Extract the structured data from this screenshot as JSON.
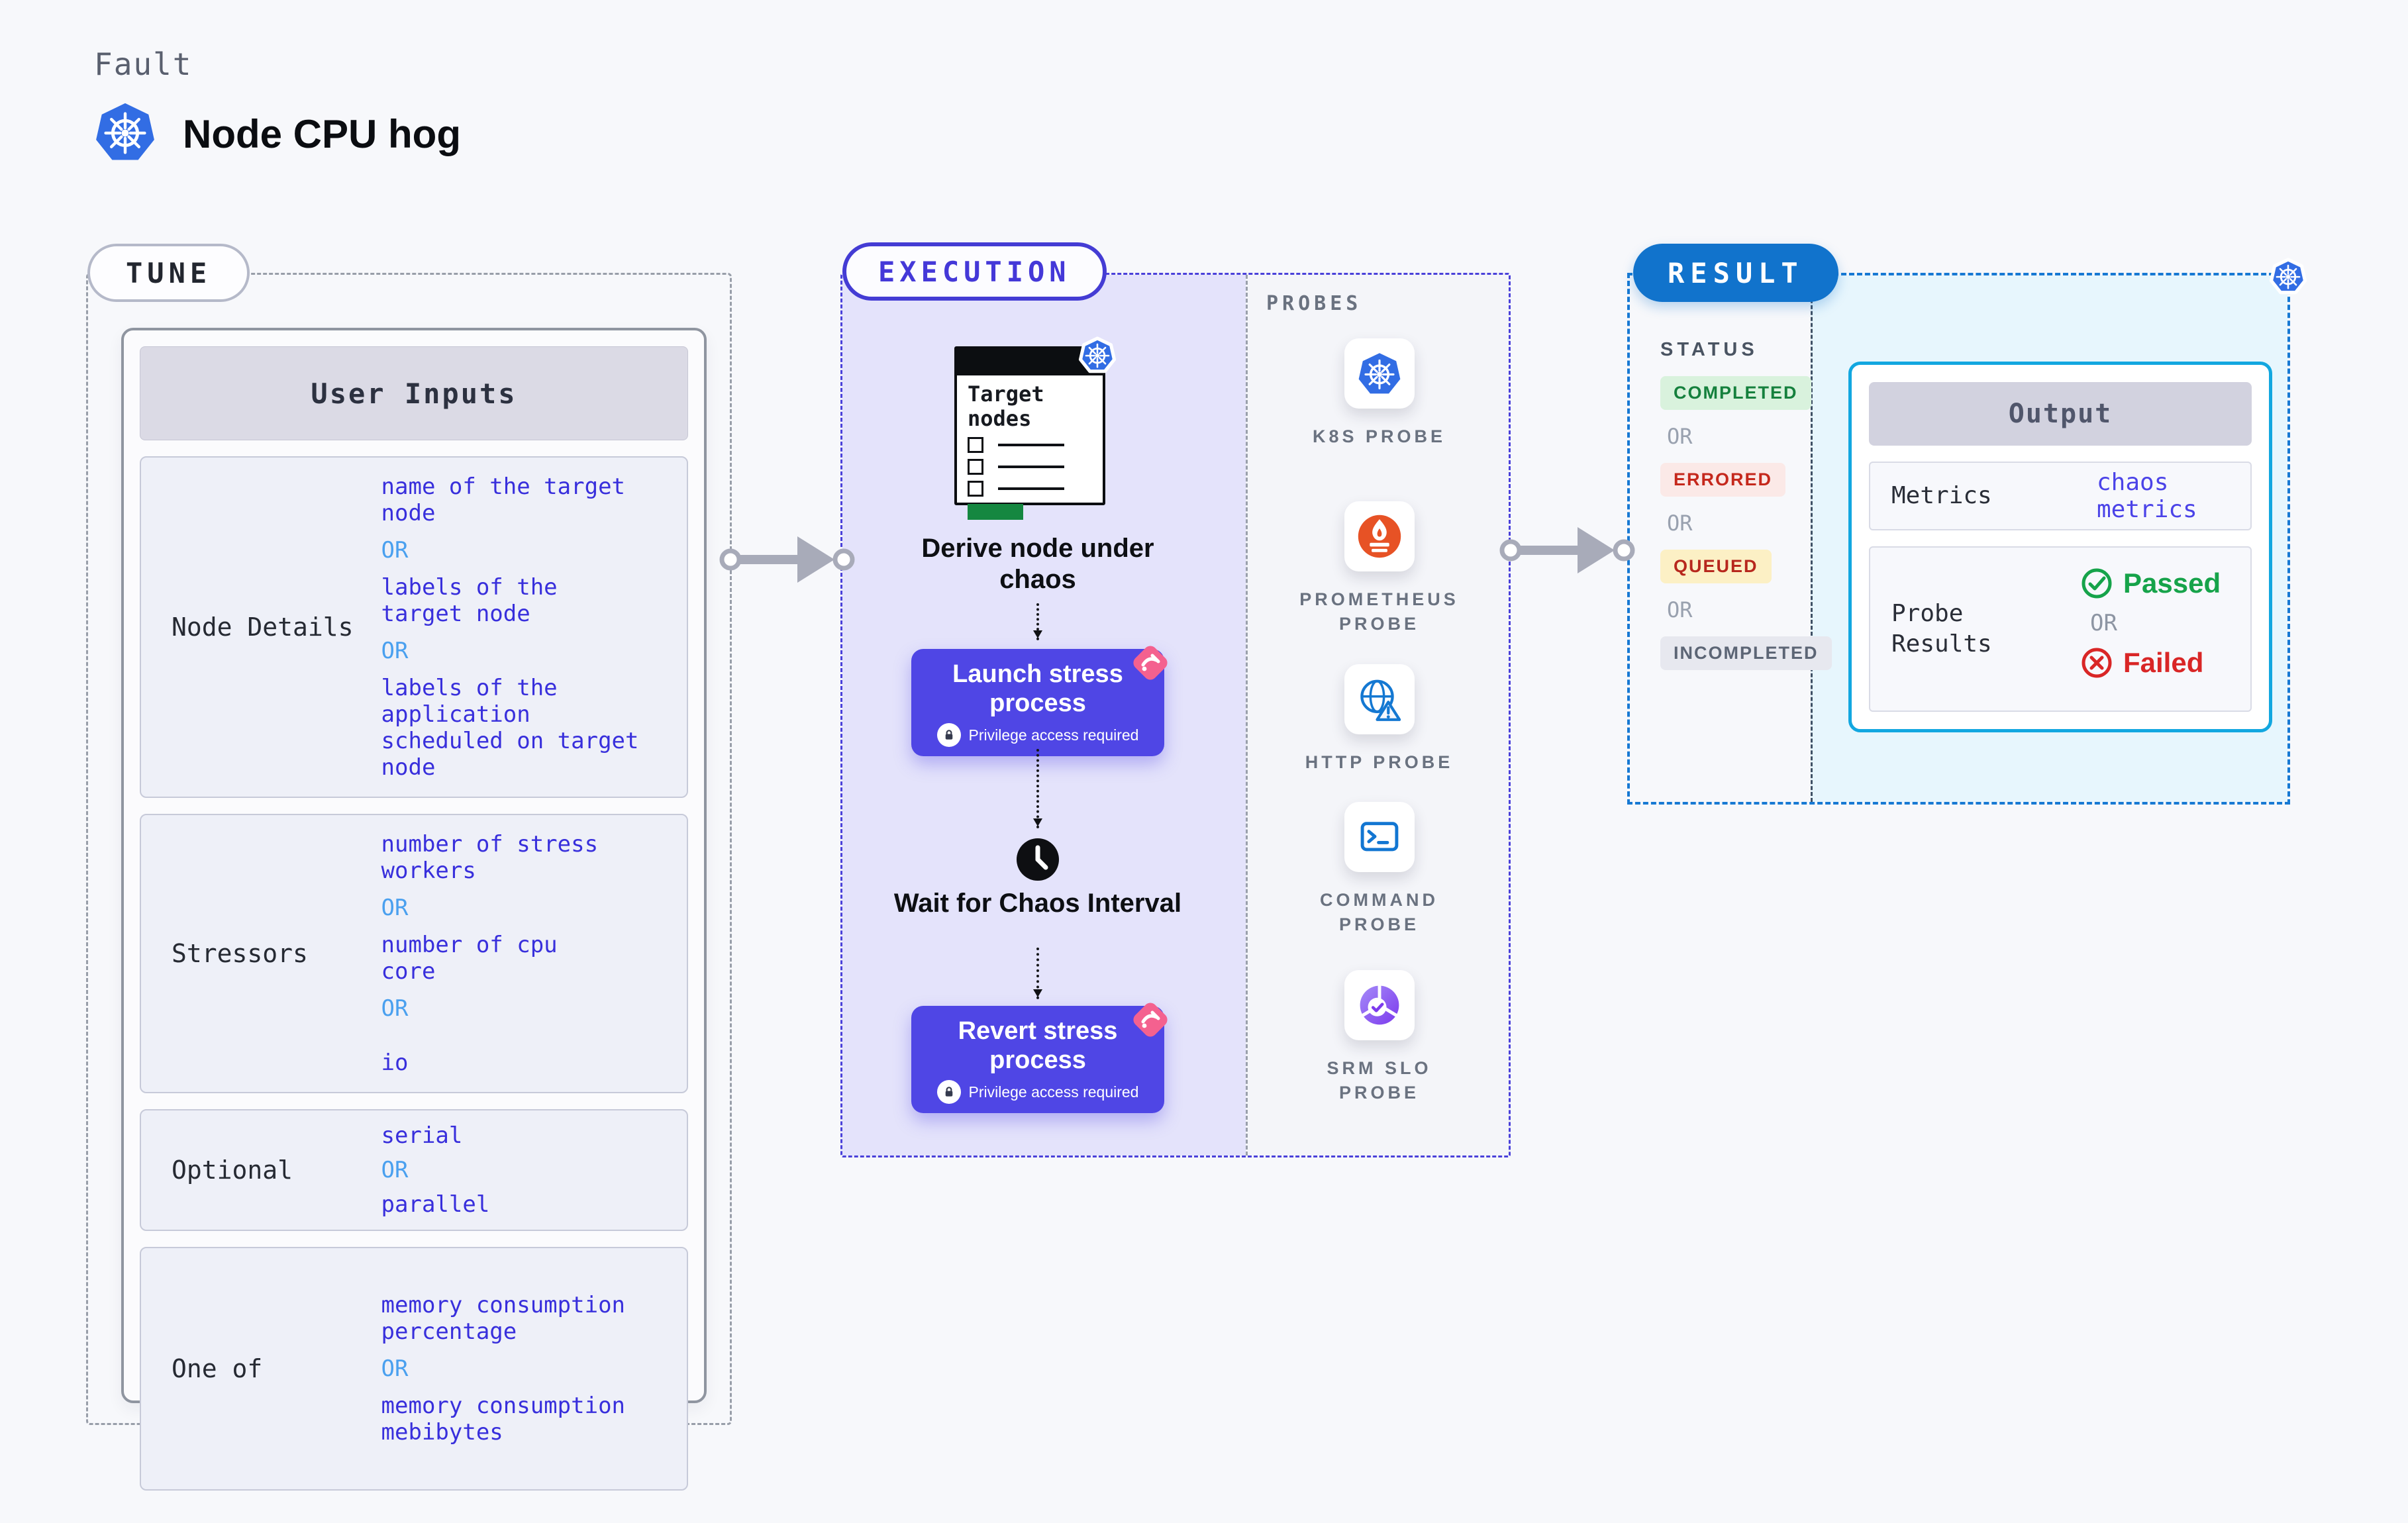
{
  "header": {
    "eyebrow": "Fault",
    "title": "Node CPU hog"
  },
  "tune": {
    "badge": "TUNE",
    "card_title": "User Inputs",
    "rows": [
      {
        "label": "Node Details",
        "groups": [
          [
            "name of the target",
            "node"
          ],
          [
            "OR"
          ],
          [
            "labels of the",
            "target node"
          ],
          [
            "OR"
          ],
          [
            "labels of the application",
            "scheduled on target node"
          ]
        ]
      },
      {
        "label": "Stressors",
        "groups": [
          [
            "number of stress",
            "workers"
          ],
          [
            "OR"
          ],
          [
            "number of cpu",
            "core"
          ],
          [
            "OR"
          ],
          [
            "io"
          ]
        ]
      },
      {
        "label": "Optional",
        "groups": [
          [
            "serial"
          ],
          [
            "OR"
          ],
          [
            "parallel"
          ]
        ]
      },
      {
        "label": "One of",
        "groups": [
          [
            "memory consumption",
            "percentage"
          ],
          [
            "OR"
          ],
          [
            "memory consumption",
            "mebibytes"
          ]
        ]
      }
    ]
  },
  "execution": {
    "badge": "EXECUTION",
    "target_window_title": "Target nodes",
    "derive_label": "Derive node under chaos",
    "launch": {
      "title": "Launch stress process",
      "subtitle": "Privilege access required"
    },
    "wait_label": "Wait for Chaos Interval",
    "revert": {
      "title": "Revert stress process",
      "subtitle": "Privilege access required"
    }
  },
  "probes": {
    "heading": "PROBES",
    "items": [
      {
        "label": "K8S PROBE",
        "icon": "kubernetes-icon"
      },
      {
        "label": "PROMETHEUS PROBE",
        "icon": "prometheus-flame-icon"
      },
      {
        "label": "HTTP PROBE",
        "icon": "globe-alert-icon"
      },
      {
        "label": "COMMAND PROBE",
        "icon": "terminal-icon"
      },
      {
        "label": "SRM SLO PROBE",
        "icon": "slo-pie-check-icon"
      }
    ]
  },
  "result": {
    "badge": "RESULT",
    "status_heading": "STATUS",
    "or_label": "OR",
    "statuses": [
      {
        "label": "COMPLETED",
        "color": "#15803d",
        "bg": "#d9f2dd"
      },
      {
        "label": "ERRORED",
        "color": "#c5281c",
        "bg": "#fbe9e7"
      },
      {
        "label": "QUEUED",
        "color": "#b7271d",
        "bg": "#fcf0c5"
      },
      {
        "label": "INCOMPLETED",
        "color": "#5c6575",
        "bg": "#e7e8ef"
      }
    ],
    "output": {
      "title": "Output",
      "metrics_label": "Metrics",
      "metrics_value": "chaos metrics",
      "probe_results_label": "Probe Results",
      "passed_label": "Passed",
      "or_label": "OR",
      "failed_label": "Failed"
    }
  },
  "colors": {
    "accent_indigo": "#4f46e5",
    "execution_border": "#4a41da",
    "result_blue": "#1173cc",
    "output_border": "#12a7e0",
    "value_blue": "#382fdc",
    "or_blue": "#4aa0ef",
    "passed_green": "#16a34a",
    "failed_red": "#d92626",
    "kubernetes_blue": "#326de4",
    "prometheus_orange": "#e75225",
    "ribbon_pink": "#f4618f"
  }
}
